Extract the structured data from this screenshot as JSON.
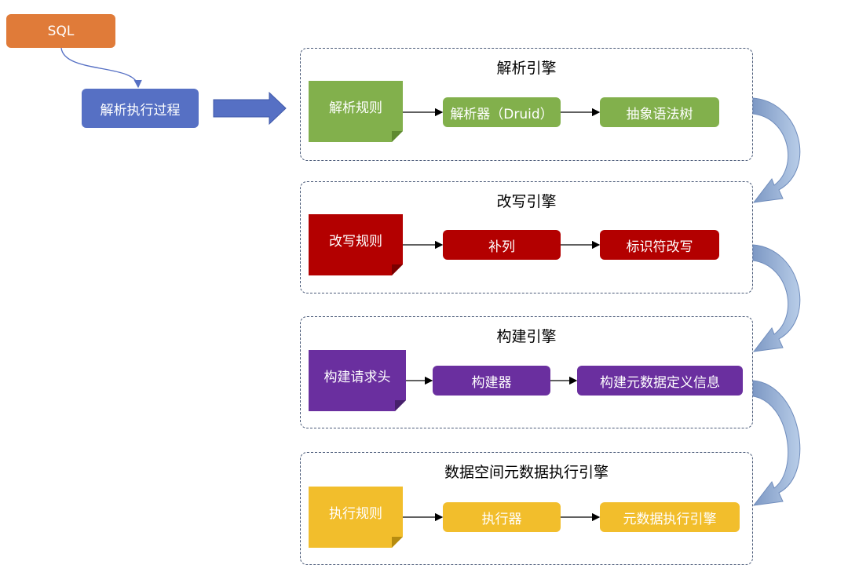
{
  "sql_label": "SQL",
  "process_label": "解析执行过程",
  "engines": [
    {
      "title": "解析引擎",
      "rule": "解析规则",
      "step1": "解析器（Druid）",
      "step2": "抽象语法树",
      "color": "#82b04c",
      "dark": "#5f8a30"
    },
    {
      "title": "改写引擎",
      "rule": "改写规则",
      "step1": "补列",
      "step2": "标识符改写",
      "color": "#b30000",
      "dark": "#7a0000"
    },
    {
      "title": "构建引擎",
      "rule": "构建请求头",
      "step1": "构建器",
      "step2": "构建元数据定义信息",
      "color": "#6a2f9f",
      "dark": "#46206b"
    },
    {
      "title": "数据空间元数据执行引擎",
      "rule": "执行规则",
      "step1": "执行器",
      "step2": "元数据执行引擎",
      "color": "#f2be2c",
      "dark": "#b68c10"
    }
  ],
  "colors": {
    "sql": "#e07b39",
    "process": "#5670c4",
    "arrow": "#5670c4",
    "curve": "#9db7dc"
  }
}
